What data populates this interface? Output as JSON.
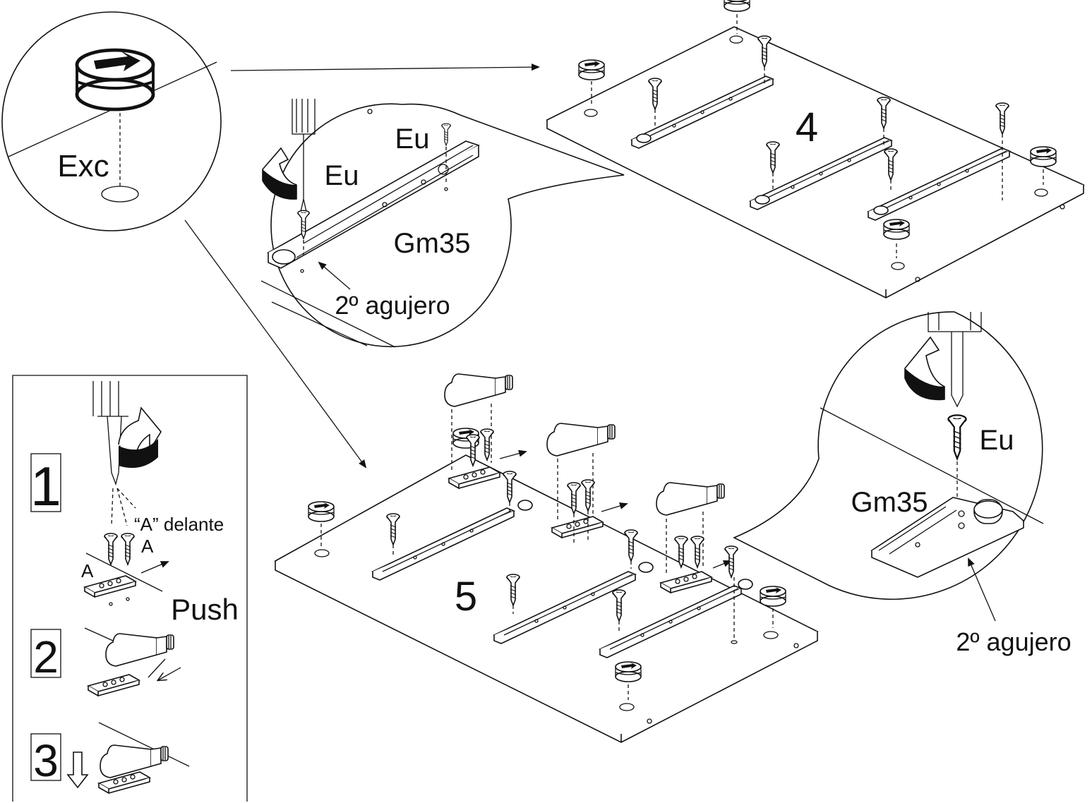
{
  "labels": {
    "cam_label": "Exc",
    "screw_label": "Eu",
    "rail_label": "Gm35",
    "hole_label": "2º agujero",
    "a_front_label": "“A” delante",
    "a_mark": "A",
    "push_label": "Push"
  },
  "steps": {
    "step4": "4",
    "step5": "5",
    "substep1": "1",
    "substep2": "2",
    "substep3": "3"
  }
}
